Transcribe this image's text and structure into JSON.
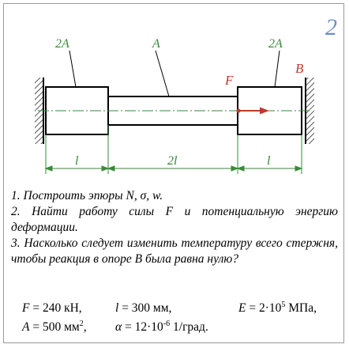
{
  "problem_number": "2",
  "figure": {
    "left_section_label": "2A",
    "middle_section_label": "A",
    "right_section_label": "2A",
    "force_label": "F",
    "support_label": "B",
    "dim_left": "l",
    "dim_middle": "2l",
    "dim_right": "l",
    "colors": {
      "red": "#c0392b",
      "green": "#3a8a3a",
      "blue": "#6b8fc6",
      "black": "#000000"
    }
  },
  "tasks": [
    "1.  Построить эпюры N, σ, w.",
    "2.  Найти работу силы F и потенциальную энергию деформации.",
    "3.  Насколько следует изменить температуру всего стержня, чтобы реакция в опоре B была равна нулю?"
  ],
  "params": {
    "F_sym": "F",
    "F_val": " = 240 кН,",
    "l_sym": "l",
    "l_val": " = 300 мм,",
    "E_sym": "E",
    "E_val_a": " = 2·10",
    "E_exp": "5",
    "E_val_b": " МПа,",
    "A_sym": "A",
    "A_val_a": " = 500 мм",
    "A_exp": "2",
    "A_val_b": ",",
    "alpha_sym": "α",
    "alpha_val_a": " = 12·10",
    "alpha_exp": "-6",
    "alpha_val_b": " 1/град."
  }
}
